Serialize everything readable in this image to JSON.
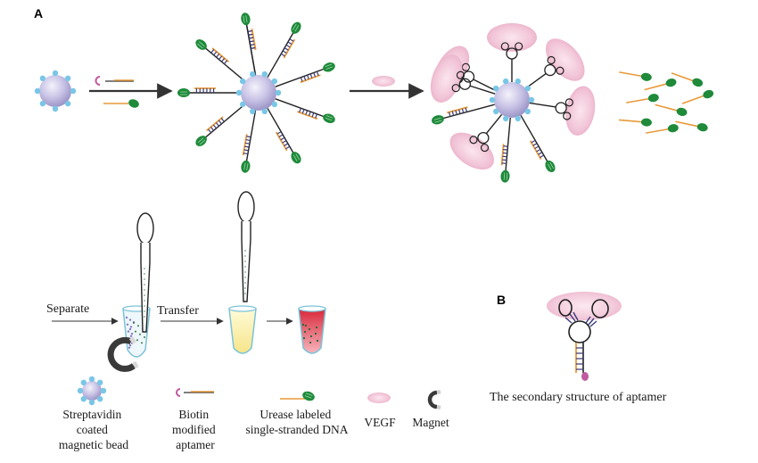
{
  "panels": {
    "a": "A",
    "b": "B"
  },
  "labels": {
    "separate": "Separate",
    "transfer": "Transfer",
    "aptamer_structure": "The secondary structure of aptamer"
  },
  "legend": [
    {
      "icon": "magnetic-bead-icon",
      "lines": [
        "Streptavidin",
        "coated",
        "magnetic bead"
      ]
    },
    {
      "icon": "biotin-aptamer-icon",
      "lines": [
        "Biotin",
        "modified",
        "aptamer"
      ]
    },
    {
      "icon": "urease-dna-icon",
      "lines": [
        "Urease labeled",
        "single-stranded DNA"
      ]
    },
    {
      "icon": "vegf-icon",
      "lines": [
        "VEGF"
      ]
    },
    {
      "icon": "magnet-icon",
      "lines": [
        "Magnet"
      ]
    }
  ],
  "colors": {
    "bead": "#c9c4e6",
    "bead_knob": "#79c6e6",
    "strand": "#e89a3a",
    "enzyme": "#1e8a3a",
    "vegf": "#f2c6d8",
    "biotin": "#c05aa0",
    "solution_red": "#d8283a",
    "solution_yellow": "#fff3b0"
  }
}
